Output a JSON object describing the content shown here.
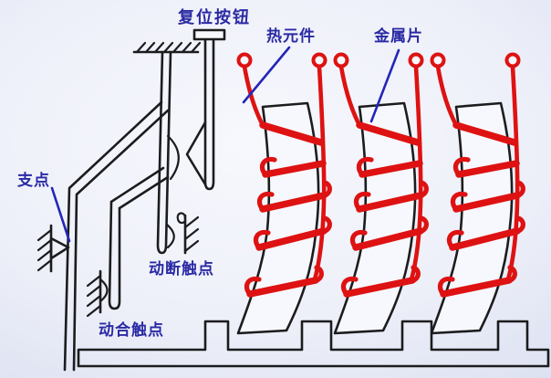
{
  "diagram": {
    "type": "thermal-overload-relay-schematic",
    "labels": {
      "reset_button": "复位按钮",
      "heat_element": "热元件",
      "metal_strip": "金属片",
      "fulcrum": "支点",
      "nc_contact": "动断触点",
      "no_contact": "动合触点"
    },
    "colors": {
      "line": "#1c1c1e",
      "coil_red": "#de1212",
      "label_blue": "#2a2aa4",
      "leader_blue": "#2326b8",
      "bg_center": "#f7f8fd",
      "bg_edge": "#ccd2e8"
    }
  }
}
